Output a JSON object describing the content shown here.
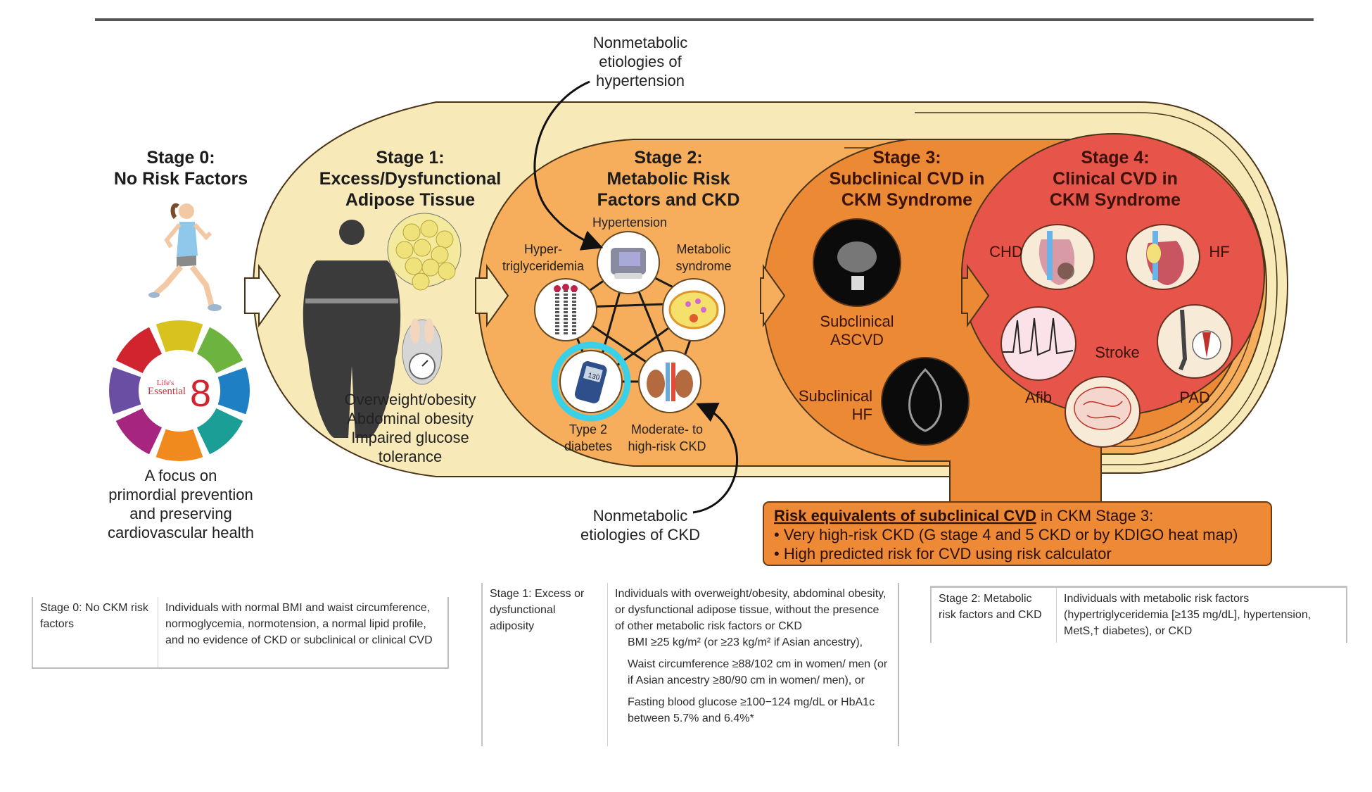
{
  "colors": {
    "cream": "#f8e9b8",
    "stage2_orange": "#f6ad5c",
    "stage3_orange": "#ec8935",
    "stage4_red": "#e7544a",
    "risk_box": "#ee8a36",
    "highlight_ring": "#39d0ea",
    "outline": "#4a3418"
  },
  "annotations": {
    "top": [
      "Nonmetabolic",
      "etiologies of",
      "hypertension"
    ],
    "bottom": [
      "Nonmetabolic",
      "etiologies of CKD"
    ]
  },
  "stages": [
    {
      "id": "stage0",
      "title_lines": [
        "Stage 0:",
        "No Risk Factors"
      ],
      "badge": {
        "small": "Life's",
        "mid": "Essential",
        "num": "8"
      },
      "caption_lines": [
        "A focus on",
        "primordial prevention",
        "and preserving",
        "cardiovascular health"
      ]
    },
    {
      "id": "stage1",
      "title_lines": [
        "Stage 1:",
        "Excess/Dysfunctional",
        "Adipose Tissue"
      ],
      "caption_lines": [
        "Overweight/obesity",
        "Abdominal obesity",
        "Impaired glucose",
        "tolerance"
      ]
    },
    {
      "id": "stage2",
      "title_lines": [
        "Stage 2:",
        "Metabolic Risk",
        "Factors and CKD"
      ],
      "nodes": [
        {
          "name": "hypertension",
          "label_lines": [
            "Hypertension"
          ]
        },
        {
          "name": "hypertriglyceridemia",
          "label_lines": [
            "Hyper-",
            "triglyceridemia"
          ]
        },
        {
          "name": "metabolic-syndrome",
          "label_lines": [
            "Metabolic",
            "syndrome"
          ]
        },
        {
          "name": "type-2-diabetes",
          "label_lines": [
            "Type 2",
            "diabetes"
          ],
          "highlighted": true,
          "meter_reading": "130"
        },
        {
          "name": "ckd",
          "label_lines": [
            "Moderate- to",
            "high-risk CKD"
          ]
        }
      ]
    },
    {
      "id": "stage3",
      "title_lines": [
        "Stage 3:",
        "Subclinical CVD in",
        "CKM Syndrome"
      ],
      "items": [
        {
          "name": "subclinical-ascvd",
          "label_lines": [
            "Subclinical",
            "ASCVD"
          ]
        },
        {
          "name": "subclinical-hf",
          "label_lines": [
            "Subclinical",
            "HF"
          ]
        }
      ]
    },
    {
      "id": "stage4",
      "title_lines": [
        "Stage 4:",
        "Clinical CVD in",
        "CKM Syndrome"
      ],
      "items": [
        {
          "name": "chd",
          "label": "CHD"
        },
        {
          "name": "hf",
          "label": "HF"
        },
        {
          "name": "afib",
          "label": "Afib"
        },
        {
          "name": "stroke",
          "label": "Stroke"
        },
        {
          "name": "pad",
          "label": "PAD"
        }
      ]
    }
  ],
  "risk_box": {
    "heading_bold": "Risk equivalents of subclinical CVD",
    "heading_rest": " in CKM Stage 3:",
    "bullets": [
      "• Very high-risk CKD (G stage 4 and 5 CKD or by KDIGO heat map)",
      "• High predicted risk for CVD using risk calculator"
    ]
  },
  "tables": [
    {
      "stage": "Stage 0: No CKM risk factors",
      "description": "Individuals with normal BMI and waist circumference, normoglycemia, normotension, a normal lipid profile, and no evidence of CKD or subclinical or clinical CVD",
      "criteria": []
    },
    {
      "stage": "Stage 1: Excess or dysfunctional adiposity",
      "description": "Individuals with overweight/obesity, abdominal obesity, or dysfunctional adipose tissue, without the presence of other metabolic risk factors or CKD",
      "criteria": [
        "BMI ≥25 kg/m² (or ≥23 kg/m² if Asian ancestry),",
        "Waist circumference ≥88/102 cm in women/ men (or if Asian ancestry ≥80/90 cm in women/ men), or",
        "Fasting blood glucose ≥100−124 mg/dL or HbA1c between 5.7% and 6.4%*"
      ]
    },
    {
      "stage": "Stage 2: Metabolic risk factors and CKD",
      "description": "Individuals with metabolic risk factors (hypertriglyceridemia [≥135 mg/dL], hypertension, MetS,† diabetes), or CKD",
      "criteria": []
    }
  ]
}
